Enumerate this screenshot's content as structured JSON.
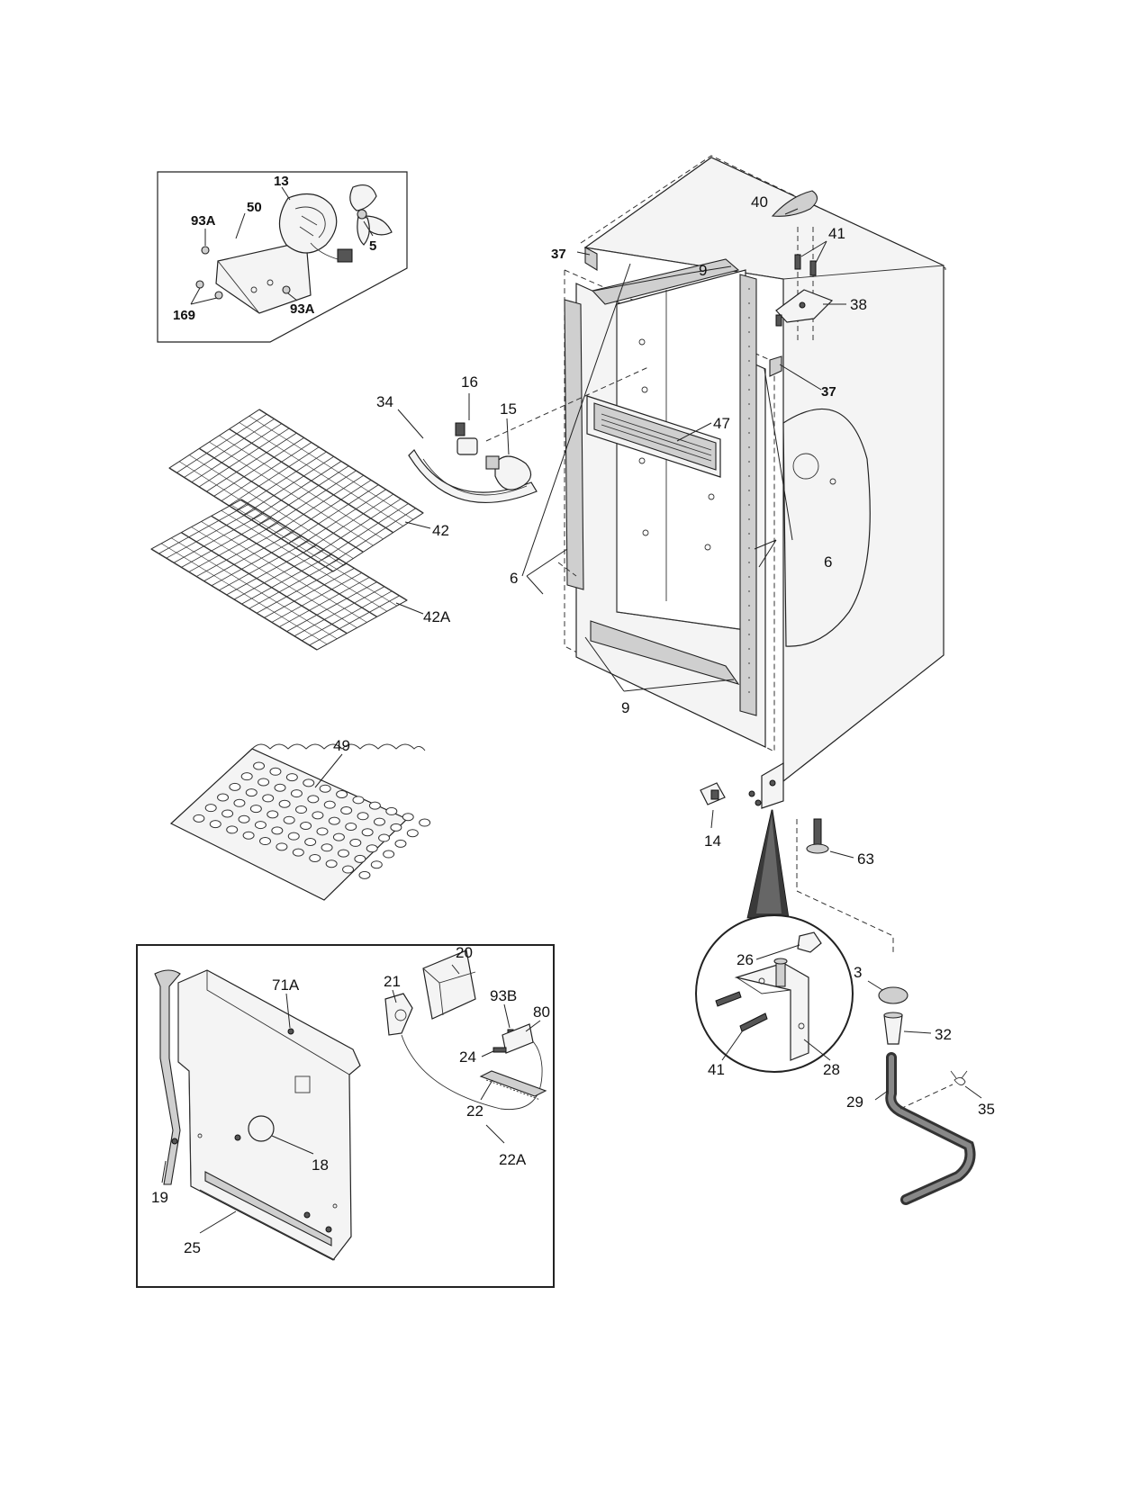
{
  "callouts": {
    "fan_inset": {
      "c13": "13",
      "c50": "50",
      "c93a_top": "93A",
      "c5": "5",
      "c169": "169",
      "c93a_bot": "93A"
    },
    "cabinet": {
      "c37_left": "37",
      "c37_right": "37",
      "c40": "40",
      "c41_top": "41",
      "c38": "38",
      "c9_top": "9",
      "c9_bottom": "9",
      "c47": "47",
      "c6_left": "6",
      "c6_right": "6",
      "c14": "14",
      "c63": "63"
    },
    "light": {
      "c34": "34",
      "c16": "16",
      "c15": "15"
    },
    "shelves": {
      "c42": "42",
      "c42a": "42A",
      "c49": "49"
    },
    "hinge_detail": {
      "c26": "26",
      "c41": "41",
      "c28": "28"
    },
    "leveler": {
      "c3": "3",
      "c32": "32",
      "c29": "29",
      "c35": "35"
    },
    "panel_inset": {
      "c71a": "71A",
      "c21": "21",
      "c20": "20",
      "c93b": "93B",
      "c80": "80",
      "c24": "24",
      "c22": "22",
      "c22a": "22A",
      "c18": "18",
      "c19": "19",
      "c25": "25"
    }
  },
  "shelf_49_grid": {
    "rows": 6,
    "cols": 11
  }
}
